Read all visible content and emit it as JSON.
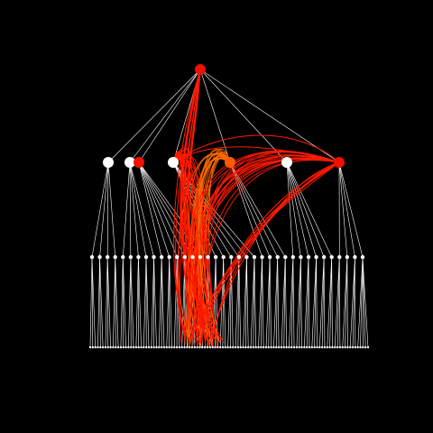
{
  "diagram": {
    "type": "hierarchical-edge-bundling-tree",
    "background": "#000000",
    "colors": {
      "tree_edge": "#ffffff",
      "leaf_node": "#ffffff",
      "root_node": "#ee1100",
      "bundle_red": "#ff1a00",
      "bundle_orange": "#ff6a00"
    },
    "levels": {
      "root_count": 1,
      "group_count": 7,
      "subgroup_count": 36,
      "leaf_count": 110
    },
    "highlighted_groups": [
      {
        "index": 2,
        "color": "#ee1100"
      },
      {
        "index": 4,
        "color": "#ff5a00"
      },
      {
        "index": 6,
        "color": "#ee1100"
      }
    ],
    "bundle_count": 60
  }
}
